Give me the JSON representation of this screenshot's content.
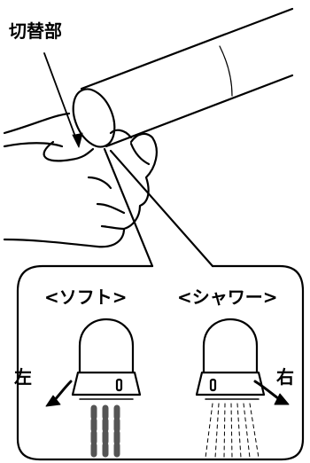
{
  "labels": {
    "switch_part": "切替部",
    "soft": "<ソフト>",
    "shower": "<シャワー>",
    "left": "左",
    "right": "右"
  },
  "colors": {
    "line": "#000000",
    "background": "#ffffff",
    "spray_dark": "#555555"
  }
}
